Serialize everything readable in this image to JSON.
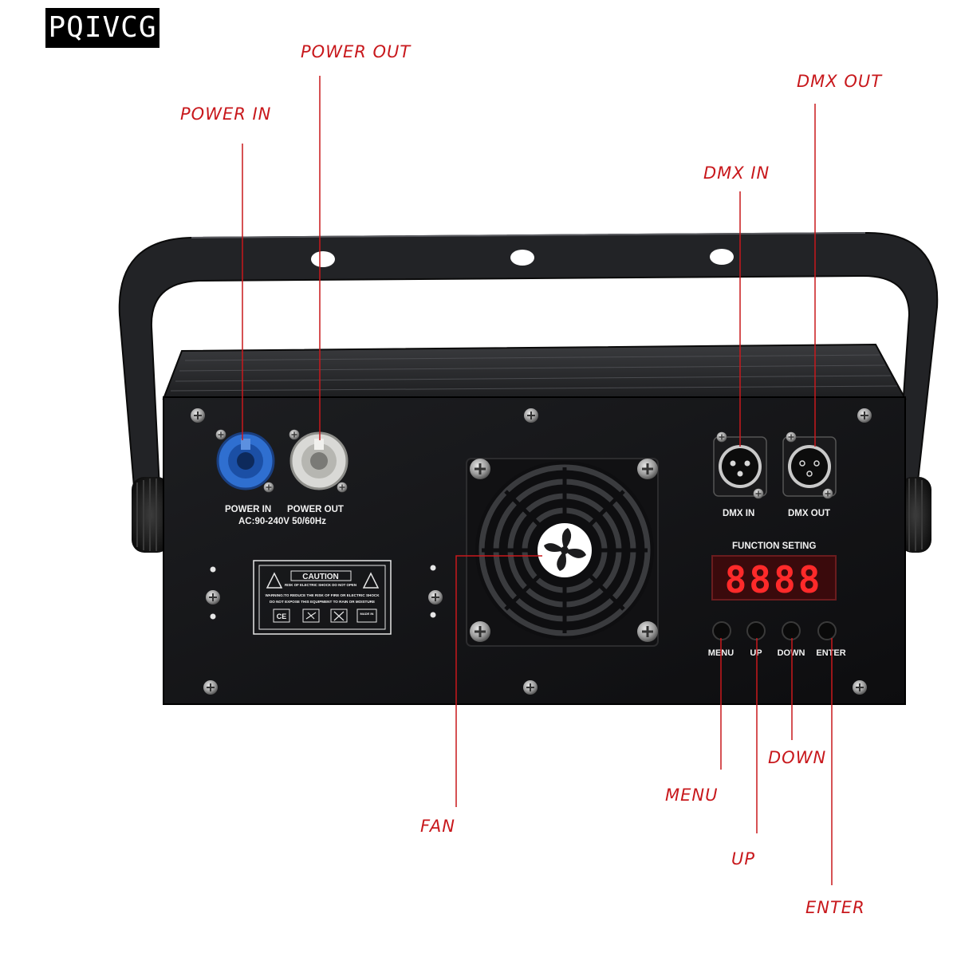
{
  "brand": "PQIVCG",
  "callouts": {
    "power_in": "POWER IN",
    "power_out": "POWER OUT",
    "dmx_in": "DMX IN",
    "dmx_out": "DMX OUT",
    "fan": "FAN",
    "menu": "MENU",
    "up": "UP",
    "down": "DOWN",
    "enter": "ENTER"
  },
  "panel": {
    "power_in": "POWER IN",
    "power_out": "POWER OUT",
    "voltage": "AC:90-240V 50/60Hz",
    "dmx_in": "DMX IN",
    "dmx_out": "DMX OUT",
    "function_setting": "FUNCTION SETING",
    "display_value": "8888",
    "btn_menu": "MENU",
    "btn_up": "UP",
    "btn_down": "DOWN",
    "btn_enter": "ENTER",
    "caution_title": "CAUTION",
    "caution_sub": "RISK OF ELECTRIC SHOCK DO NOT OPEN",
    "caution_warning_1": "WARNING:TO REDUCE THE RISK OF FIRE OR ELECTRIC SHOCK",
    "caution_warning_2": "DO NOT EXPOSE THIS EQUIPMENT TO RAIN OR MOISTURE",
    "cert_ce": "CE",
    "cert_made_in": "MADE IN"
  },
  "colors": {
    "callout": "#c8181c",
    "panel": "#141416",
    "power_in_connector": "#2f6fd0",
    "power_out_connector": "#d9d9d6",
    "display_digits": "#ff2a2a"
  }
}
